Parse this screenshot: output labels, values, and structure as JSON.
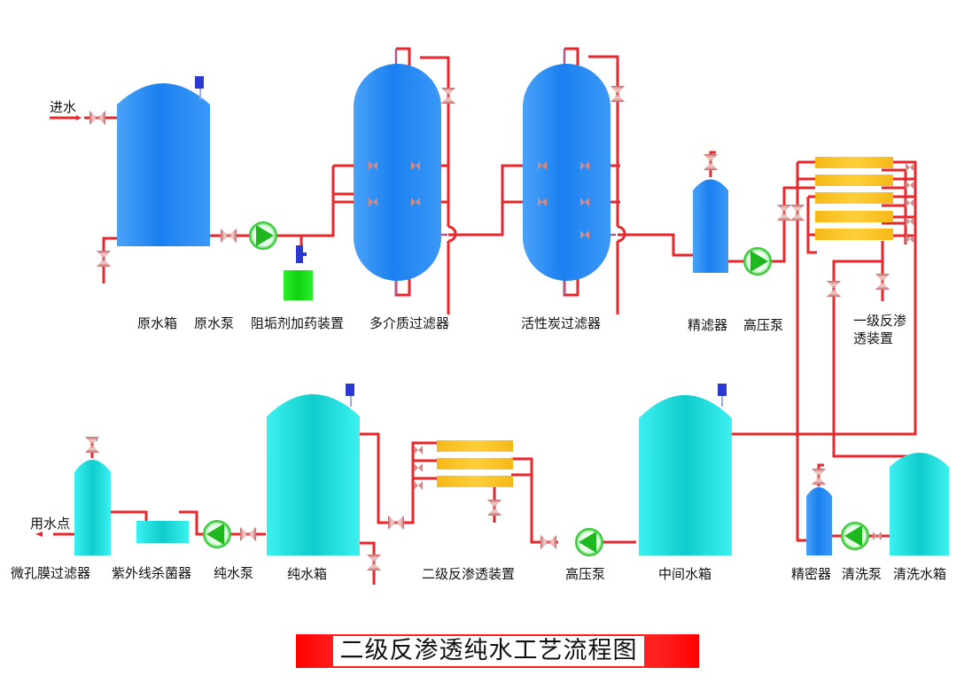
{
  "title": "二级反渗透纯水工艺流程图",
  "colors": {
    "pipe": "#e8262c",
    "tank_blue": "#2b8cf5",
    "tank_cyan": "#22e0e0",
    "membrane": "#ffc326",
    "pump": "#1fc41f",
    "dosing": "#19e619",
    "valve": "#e8a8a0",
    "title_bar": "#ff1a1a"
  },
  "labels": {
    "inlet": "进水",
    "raw_tank": "原水箱",
    "raw_pump": "原水泵",
    "antiscalant": "阻垢剂加药装置",
    "multimedia_filter": "多介质过滤器",
    "carbon_filter": "活性炭过滤器",
    "precision_filter": "精滤器",
    "hp_pump_1": "高压泵",
    "ro1_line1": "一级反渗",
    "ro1_line2": "透装置",
    "outlet": "用水点",
    "micro_filter": "微孔膜过滤器",
    "uv": "紫外线杀菌器",
    "pure_pump": "纯水泵",
    "pure_tank": "纯水箱",
    "ro2": "二级反渗透装置",
    "hp_pump_2": "高压泵",
    "mid_tank": "中间水箱",
    "clean_filter": "精密器",
    "clean_pump": "清洗泵",
    "clean_tank": "清洗水箱"
  }
}
